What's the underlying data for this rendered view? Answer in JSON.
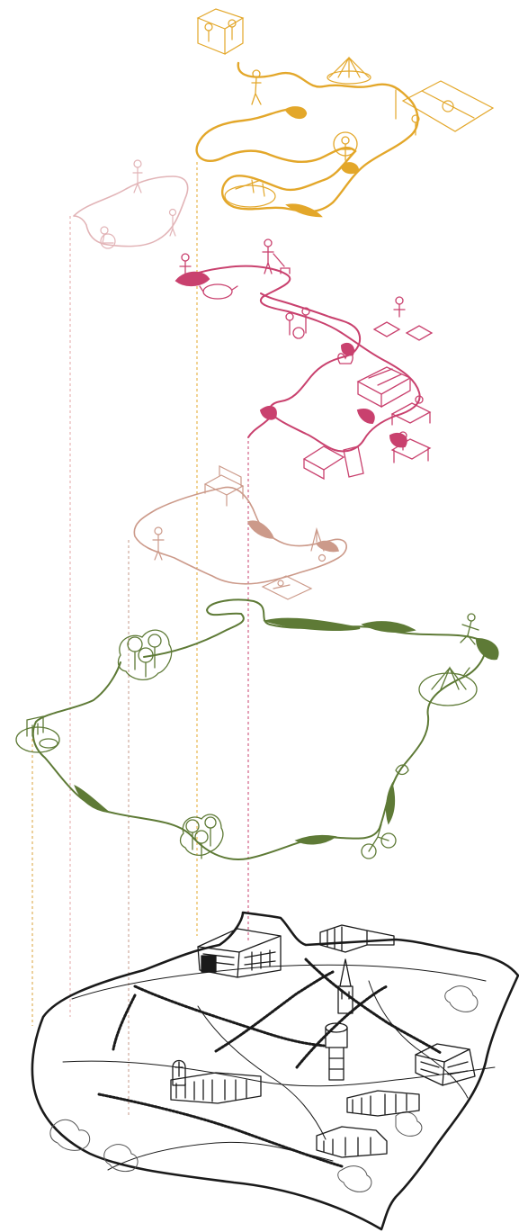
{
  "colors": {
    "background": "#ffffff",
    "layer_yellow": "#e3a72a",
    "layer_pink": "#c9416e",
    "layer_light_pink": "#e2b4b7",
    "layer_tan": "#cc9a8a",
    "layer_green": "#5e7a36",
    "base_map": "#1a1a1a",
    "guide_lines": [
      "#d9a13a",
      "#e3a6a6",
      "#d27070",
      "#c69a8a",
      "#c7a07a"
    ]
  },
  "layers": [
    {
      "id": "layer-1",
      "color_key": "layer_yellow",
      "icons": [
        "box-frame-icon",
        "person-icon",
        "playground-dome-icon",
        "sports-field-icon",
        "person-icon",
        "picnic-icon"
      ]
    },
    {
      "id": "layer-2",
      "color_key": "layer_light_pink",
      "icons": [
        "person-icon",
        "person-icon",
        "wheelchair-icon"
      ]
    },
    {
      "id": "layer-3",
      "color_key": "layer_pink",
      "icons": [
        "person-icon",
        "dog-walker-icon",
        "teapot-icon",
        "group-people-icon",
        "plant-icon",
        "greenhouse-icon",
        "mat-icon",
        "person-icon",
        "desk-worker-icon",
        "desk-worker-icon",
        "picnic-basket-icon"
      ]
    },
    {
      "id": "layer-4",
      "color_key": "layer_tan",
      "icons": [
        "bench-icon",
        "person-icon",
        "easel-icon",
        "picnic-blanket-icon"
      ]
    },
    {
      "id": "layer-5",
      "color_key": "layer_green",
      "icons": [
        "trees-icon",
        "swing-icon",
        "trees-icon",
        "runner-icon",
        "playground-dome-icon",
        "bird-icon",
        "bicycle-icon"
      ]
    }
  ],
  "base_map": {
    "buildings": [
      "school-building-icon",
      "factory-building-icon",
      "church-tower-icon",
      "water-tower-icon",
      "manor-building-icon",
      "hospital-building-icon",
      "house-row-icon",
      "house-icon",
      "grave-icon"
    ]
  }
}
